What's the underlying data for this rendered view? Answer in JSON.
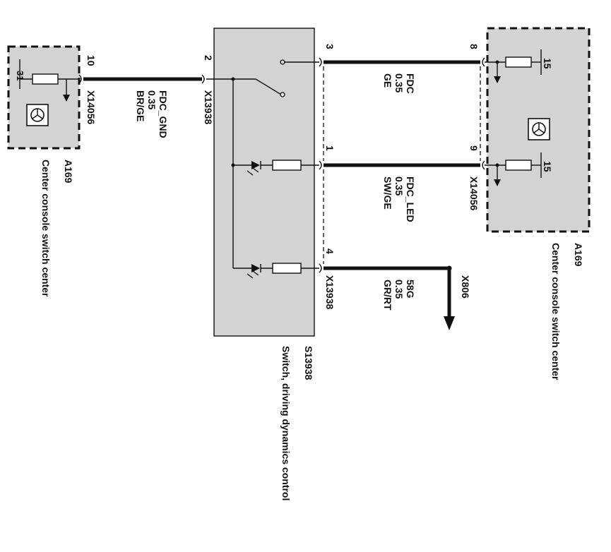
{
  "components": {
    "left_module": {
      "id": "A169",
      "name": "Center console switch center",
      "pin_ground": "31",
      "pin_out": "10",
      "connector": "X14056"
    },
    "switch": {
      "id": "S13938",
      "name": "Switch, driving dynamics control",
      "connector": "X13938",
      "pin_left": "2",
      "pins_right": [
        "3",
        "1",
        "4"
      ]
    },
    "right_module": {
      "id": "A169",
      "name": "Center console switch center",
      "connector": "X14056",
      "pins": [
        "8",
        "9"
      ],
      "supply_pins": [
        "15",
        "15"
      ]
    },
    "ground_point": {
      "id": "X806"
    }
  },
  "wires": {
    "fdc_gnd": {
      "name": "FDC_GND",
      "size": "0.35",
      "color": "BR/GE"
    },
    "fdc": {
      "name": "FDC",
      "size": "0.35",
      "color": "GE"
    },
    "fdc_led": {
      "name": "FDC_LED",
      "size": "0.35",
      "color": "SW/GE"
    },
    "lamp": {
      "name": "58G",
      "size": "0.35",
      "color": "GR/RT"
    }
  },
  "colors": {
    "module_fill": "#d3d3d3",
    "line": "#111111"
  }
}
